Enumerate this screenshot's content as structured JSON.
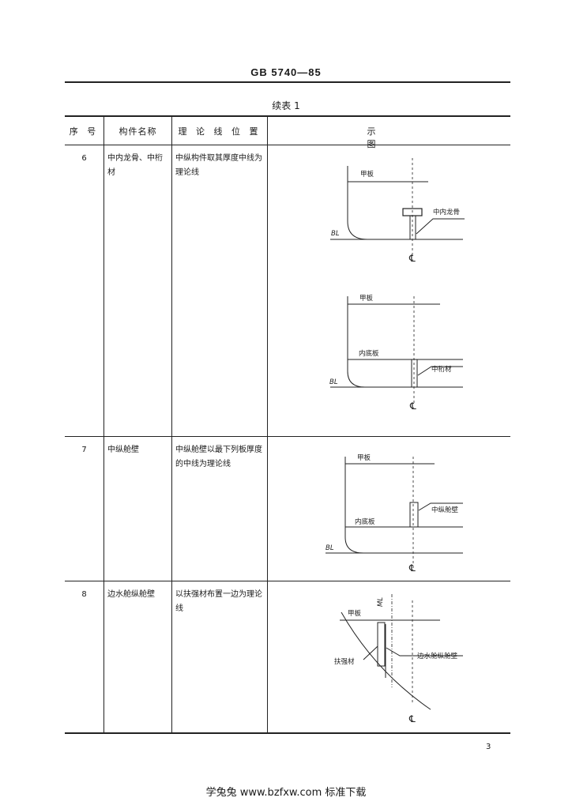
{
  "header": {
    "standard_code": "GB 5740—85"
  },
  "table": {
    "caption": "续表 1",
    "columns": [
      "序 号",
      "构件名称",
      "理 论 线 位 置",
      "示 图"
    ],
    "rows": [
      {
        "no": "6",
        "name": "中内龙骨、中桁材",
        "position": "中纵构件取其厚度中线为理论线"
      },
      {
        "no": "7",
        "name": "中纵舱壁",
        "position": "中纵舱壁以最下列板厚度的中线为理论线"
      },
      {
        "no": "8",
        "name": "边水舱纵舱壁",
        "position": "以扶强材布置一边为理论线"
      }
    ]
  },
  "diagrams": {
    "d1": {
      "deck": "甲板",
      "member": "中内龙骨",
      "baseline": "BL",
      "centerline": "℄"
    },
    "d2": {
      "deck": "甲板",
      "inner_bottom": "内底板",
      "member": "中桁材",
      "baseline": "BL",
      "centerline": "℄"
    },
    "d3": {
      "deck": "甲板",
      "inner_bottom": "内底板",
      "member": "中纵舱壁",
      "baseline": "BL",
      "centerline": "℄"
    },
    "d4": {
      "deck": "甲板",
      "ml": "ML",
      "stiffener": "扶强材",
      "member": "边水舱纵舱壁",
      "centerline": "℄"
    }
  },
  "page_number": "3",
  "footer": {
    "watermark": "学兔兔 www.bzfxw.com 标准下载"
  }
}
